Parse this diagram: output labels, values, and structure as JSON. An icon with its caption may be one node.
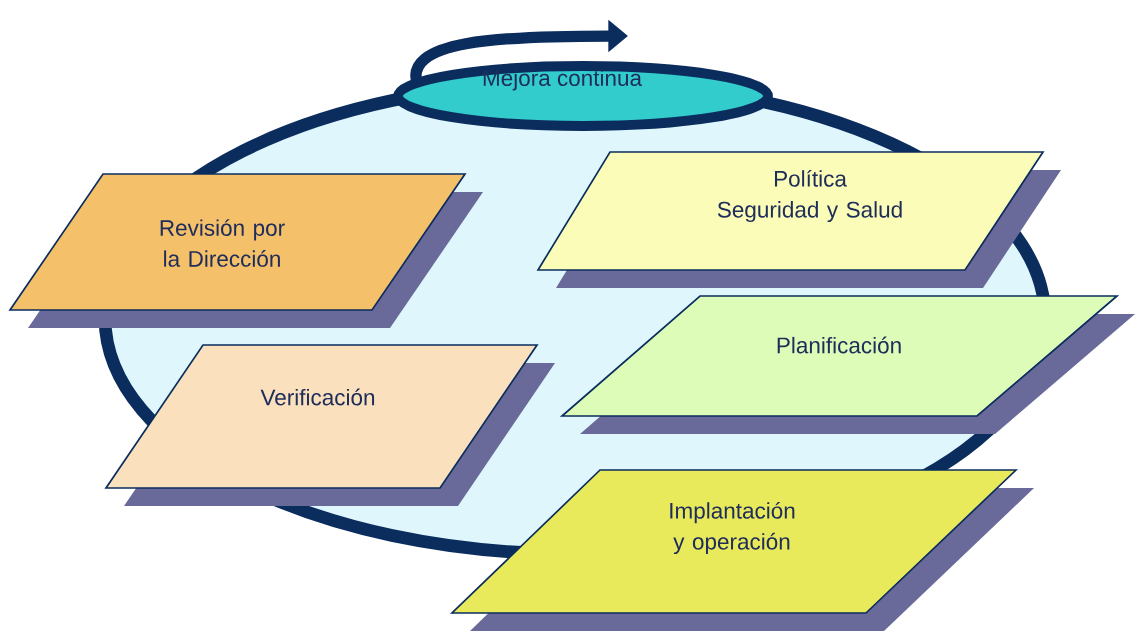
{
  "diagram": {
    "nodes": [
      {
        "text": [
          "Mejora continua"
        ]
      },
      {
        "text": [
          "Revisión por la Dirección"
        ]
      },
      {
        "text": [
          "Política",
          "Seguridad y Salud"
        ]
      },
      {
        "text": [
          "Verificación"
        ]
      },
      {
        "text": [
          "Planificación"
        ]
      },
      {
        "text": [
          "Implantación y operación"
        ]
      }
    ]
  }
}
